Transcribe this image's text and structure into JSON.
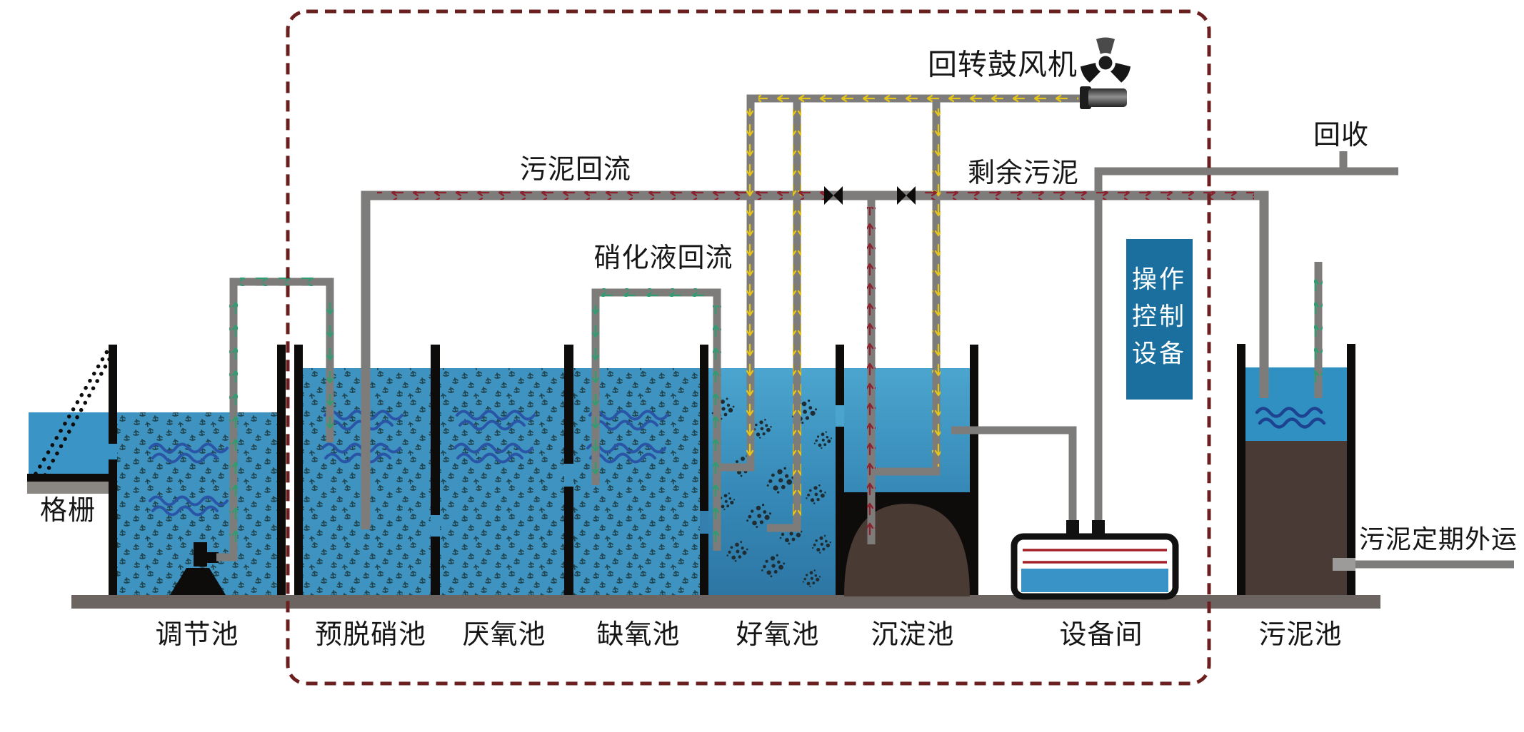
{
  "labels": {
    "bar_screen": "格栅",
    "blower": "回转鼓风机",
    "sludge_return": "污泥回流",
    "nitrified_return": "硝化液回流",
    "excess_sludge": "剩余污泥",
    "recycle": "回收",
    "sludge_outhaul": "污泥定期外运"
  },
  "tanks": {
    "regulation": "调节池",
    "pre_denitrification": "预脱硝池",
    "anaerobic": "厌氧池",
    "anoxic": "缺氧池",
    "aerobic": "好氧池",
    "sedimentation": "沉淀池",
    "equipment_room": "设备间",
    "sludge": "污泥池"
  },
  "control_box": {
    "line1": "操作",
    "line2": "控制",
    "line3": "设备"
  },
  "colors": {
    "water_flat": "#3a94c6",
    "water_mixed_liquor": "#3f93c1",
    "floc_speckle": "#20454f",
    "aerobic_gradient_top": "#4ba5ce",
    "aerobic_gradient_bottom": "#2d76a4",
    "sludge_brown": "#493a35",
    "pipe_gray": "#7d7c7a",
    "ground_gray": "#6b6460",
    "wall_black": "#0d0c0a",
    "boundary_dash_red": "#6b1f1f",
    "air_arrow_yellow": "#e5c519",
    "sludge_arrow_red": "#8c2130",
    "liquor_arrow_green": "#2f9c72",
    "control_box_blue": "#1a6f9f",
    "machine_line_red": "#a32028",
    "wave_blue": "#2a55a6"
  }
}
